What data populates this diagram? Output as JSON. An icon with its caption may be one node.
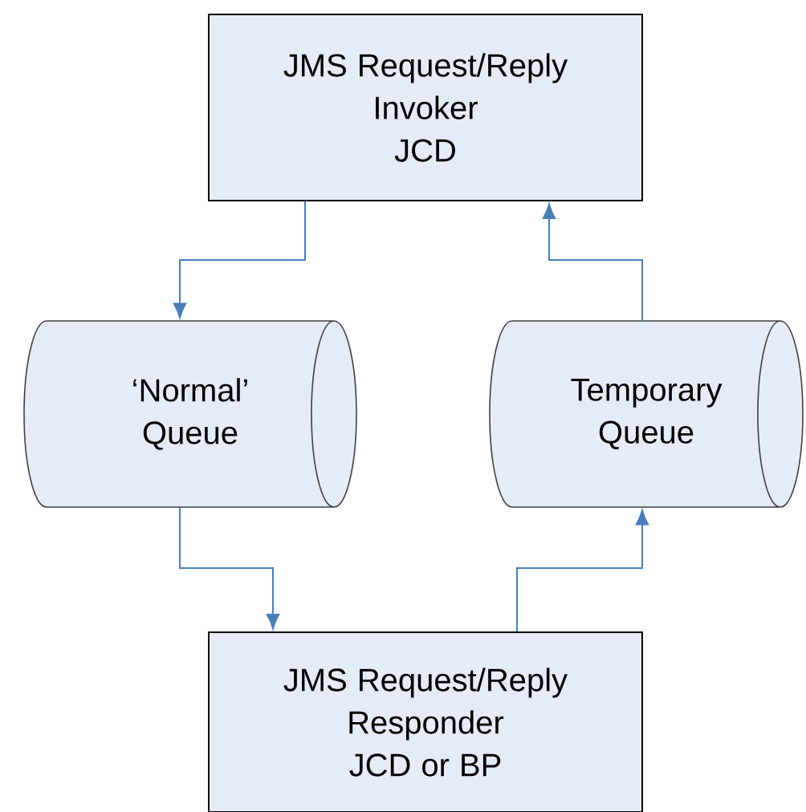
{
  "diagram": {
    "nodes": [
      {
        "text": [
          "JMS Request/Reply Invoker JCD"
        ]
      },
      {
        "text": [
          "‘Normal’ Queue"
        ]
      },
      {
        "text": [
          "Temporary Queue"
        ]
      },
      {
        "text": [
          "JMS Request/Reply Responder JCD or BP"
        ]
      }
    ],
    "edges": [
      {
        "from": 0,
        "to": 1,
        "arrow": "to"
      },
      {
        "from": 1,
        "to": 3,
        "arrow": "to"
      },
      {
        "from": 3,
        "to": 2,
        "arrow": "to"
      },
      {
        "from": 2,
        "to": 0,
        "arrow": "to"
      }
    ]
  }
}
